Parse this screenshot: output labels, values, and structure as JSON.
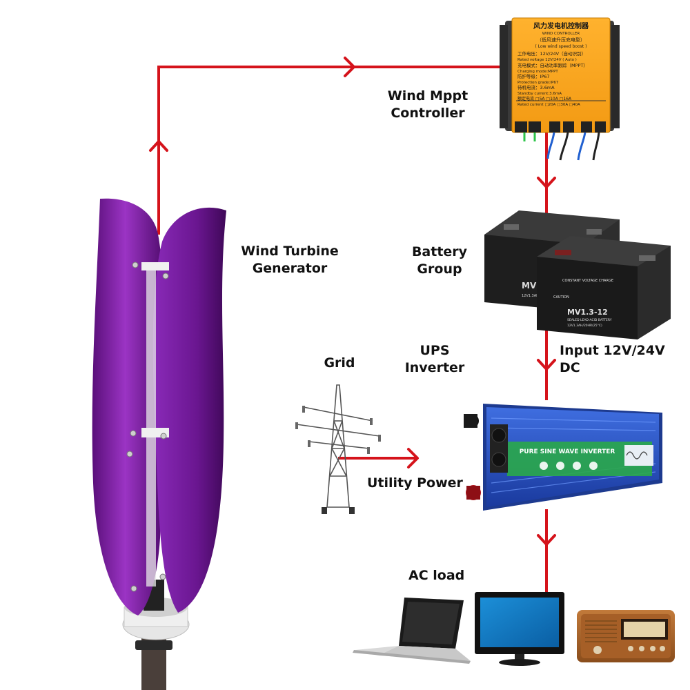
{
  "labels": {
    "controller": "Wind Mppt\nController",
    "turbine": "Wind Turbine\nGenerator",
    "battery": "Battery\nGroup",
    "input": "Input 12V/24V DC",
    "ups": "UPS\nInverter",
    "grid": "Grid",
    "utility": "Utility Power",
    "acload": "AC load"
  },
  "controller_panel": {
    "title_cn": "风力发电机控制器",
    "title_en": "WIND CONTROLLER",
    "subtitle_cn": "（低风速升压充电型）",
    "subtitle_en": "( Low wind speed boost )",
    "spec_lines": [
      "工作电压：12V/24V（自动识别）",
      "Rated voltage 12V/24V ( Auto )",
      "充电模式：自动功率跟踪（MPPT）",
      "Charging mode:MPPT",
      "防护等级：IP67",
      "Protection grade:IP67",
      "待机电流：3.6mA",
      "Standby current:3.6mA",
      "额定电流 □5A □10A □16A",
      "Rated current □20A □30A □40A"
    ]
  },
  "battery_front": {
    "model": "MV1.3-12",
    "brand": "CONSTANT VOLTAGE CHARGE",
    "rating": "12V1.3AH/20HR(25°C)",
    "sealed": "SEALED LEAD-ACID BATTERY",
    "caution": "CAUTION"
  },
  "battery_back": {
    "model": "MV1",
    "rating": "12V1.3AH"
  },
  "inverter_label": "PURE SINE WAVE INVERTER",
  "colors": {
    "line": "#d5131b",
    "turbine": "#7b1fa2",
    "controller": "#f5a623",
    "inverter": "#1f4fbf"
  }
}
